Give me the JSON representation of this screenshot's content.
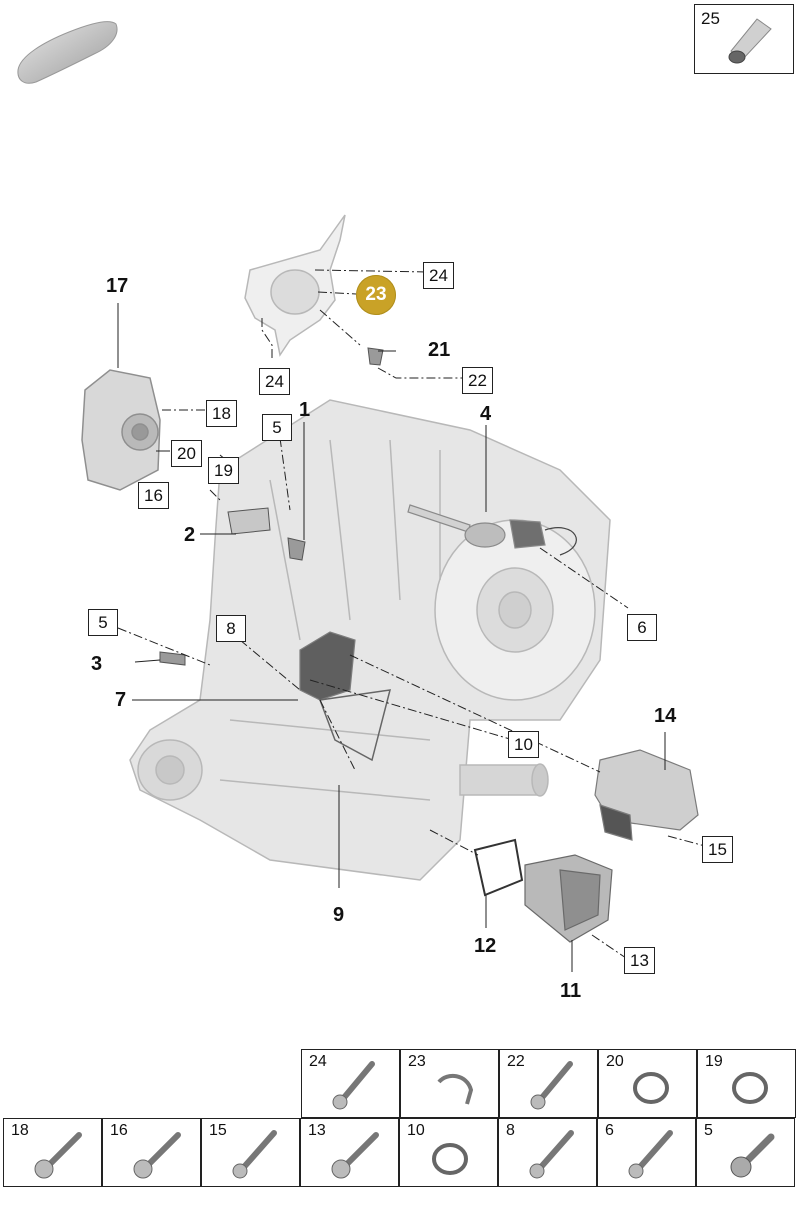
{
  "corner_part": {
    "number": "25"
  },
  "callouts": {
    "c1": "1",
    "c2": "2",
    "c3": "3",
    "c4": "4",
    "c7": "7",
    "c9": "9",
    "c11": "11",
    "c12": "12",
    "c14": "14",
    "c17": "17",
    "c21": "21",
    "c23": "23",
    "b24a": "24",
    "b24b": "24",
    "b22": "22",
    "b18": "18",
    "b20": "20",
    "b19": "19",
    "b16": "16",
    "b5a": "5",
    "b5b": "5",
    "b6": "6",
    "b8": "8",
    "b10": "10",
    "b15": "15",
    "b13": "13"
  },
  "parts_table": {
    "row1": [
      {
        "number": "24",
        "icon": "bolt-icon"
      },
      {
        "number": "23",
        "icon": "clip-icon"
      },
      {
        "number": "22",
        "icon": "bolt-icon"
      },
      {
        "number": "20",
        "icon": "oring-icon"
      },
      {
        "number": "19",
        "icon": "oring-icon"
      }
    ],
    "row2": [
      {
        "number": "18",
        "icon": "flange-bolt-icon"
      },
      {
        "number": "16",
        "icon": "flange-bolt-icon"
      },
      {
        "number": "15",
        "icon": "bolt-icon"
      },
      {
        "number": "13",
        "icon": "flange-bolt-icon"
      },
      {
        "number": "10",
        "icon": "oring-icon"
      },
      {
        "number": "8",
        "icon": "bolt-icon"
      },
      {
        "number": "6",
        "icon": "bolt-icon"
      },
      {
        "number": "5",
        "icon": "torx-bolt-icon"
      }
    ]
  },
  "colors": {
    "highlight": "#c9a227",
    "part_fill": "#e3e3e3",
    "part_stroke": "#b5b5b5",
    "line": "#222222"
  }
}
